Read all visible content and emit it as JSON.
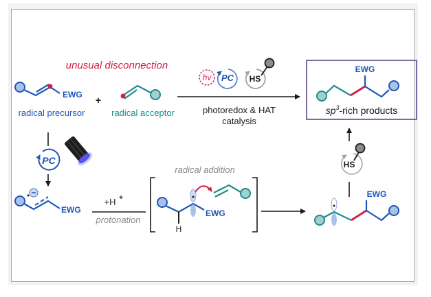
{
  "colors": {
    "blue": "#1f56b8",
    "blue_fill": "#a9c3e6",
    "teal": "#1e8a8a",
    "teal_fill": "#a4cfcf",
    "red": "#d21f4a",
    "gray": "#a0a0a0",
    "gray_fill": "#8c8c8c",
    "purple_box": "#7b6aa8",
    "black": "#1a1a1a",
    "italic_gray": "#8a8a8a"
  },
  "top": {
    "headline": "unusual disconnection",
    "precursor_ewg": "EWG",
    "plus": "+",
    "precursor_label": "radical precursor",
    "acceptor_label": "radical acceptor",
    "hv": "hv",
    "pc": "PC",
    "hs": "HS",
    "conditions_line1": "photoredox & HAT",
    "conditions_line2": "catalysis"
  },
  "product": {
    "ewg": "EWG",
    "label_sp": "sp",
    "label_sup": "3",
    "label_rest": "-rich products"
  },
  "left": {
    "pc": "PC",
    "anion_ewg": "EWG"
  },
  "bottom": {
    "protonation_reagent": "+H",
    "protonation_sup": "+",
    "protonation_label": "protonation",
    "radical_addition_label": "radical addition",
    "intermediate_ewg": "EWG",
    "intermediate_h": "H",
    "adduct_ewg": "EWG",
    "hs": "HS"
  }
}
